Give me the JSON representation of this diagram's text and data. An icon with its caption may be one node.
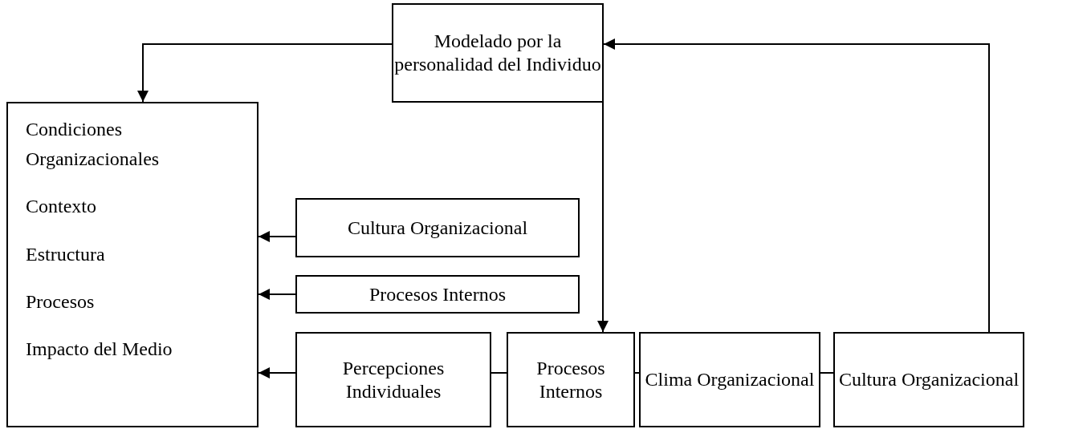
{
  "diagram": {
    "nodes": [
      {
        "text": [
          "Modelado por la personalidad del Individuo"
        ]
      },
      {
        "text": [
          "Condiciones Organizacionales",
          "Contexto",
          "Estructura",
          "Procesos",
          "Impacto del Medio"
        ]
      },
      {
        "text": [
          "Cultura Organizacional"
        ]
      },
      {
        "text": [
          "Procesos Internos"
        ]
      },
      {
        "text": [
          "Percepciones Individuales"
        ]
      },
      {
        "text": [
          "Procesos Internos"
        ]
      },
      {
        "text": [
          "Clima Organizacional"
        ]
      },
      {
        "text": [
          "Cultura Organizacional"
        ]
      }
    ],
    "edges": [
      {
        "from": 0,
        "to": 1,
        "arrow": "to"
      },
      {
        "from": 0,
        "to": 5,
        "arrow": "to"
      },
      {
        "from": 7,
        "to": 0,
        "arrow": "to"
      },
      {
        "from": 2,
        "to": 1,
        "arrow": "to"
      },
      {
        "from": 3,
        "to": 1,
        "arrow": "to"
      },
      {
        "from": 4,
        "to": 1,
        "arrow": "to"
      },
      {
        "from": 4,
        "to": 5,
        "arrow": "none"
      },
      {
        "from": 5,
        "to": 6,
        "arrow": "none"
      },
      {
        "from": 6,
        "to": 7,
        "arrow": "none"
      }
    ]
  }
}
